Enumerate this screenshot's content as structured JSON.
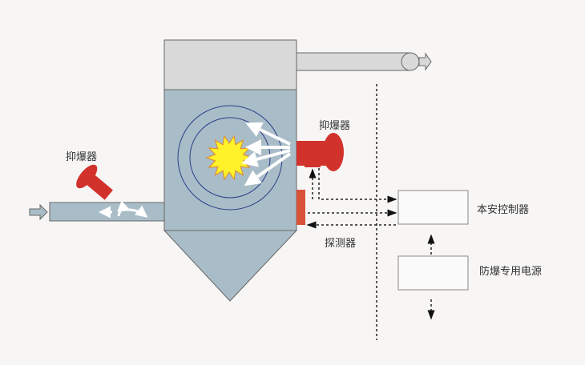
{
  "labels": {
    "suppressor_top": "抑爆器",
    "suppressor_left": "抑爆器",
    "detector": "探测器",
    "controller": "本安控制器",
    "power_supply": "防爆专用电源"
  },
  "colors": {
    "body": "#a9bdc8",
    "top": "#d9d9d9",
    "red": "#d2322c",
    "detector": "#d9533a",
    "flame": "#fff22a"
  }
}
